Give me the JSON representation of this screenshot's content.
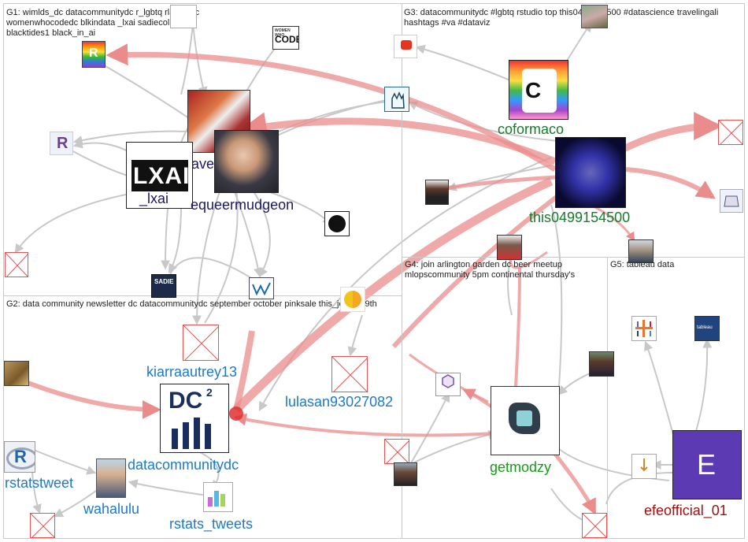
{
  "groups": [
    {
      "id": "g1",
      "title": "G1: wimlds_dc datacommunitydc r_lgbtq rladiesdc womenwhocodedc blkindata _lxai sadiecollective blacktides1 black_in_ai"
    },
    {
      "id": "g2",
      "title": "G2: data community newsletter dc datacommunitydc september october pinksale this_jones 19th"
    },
    {
      "id": "g3",
      "title": "G3: datacommunitydc #lgbtq rstudio top this0499154500 #datascience travelingali hashtags #va #dataviz"
    },
    {
      "id": "g4",
      "title": "G4: join arlington garden dc beer meetup mlopscommunity 5pm continental thursday's"
    },
    {
      "id": "g5",
      "title": "G5: tableau data"
    }
  ],
  "labels": {
    "lxai": "_lxai",
    "queer": "equeermudgeon",
    "ave": "ave",
    "coformaco": "coformaco",
    "this049": "this0499154500",
    "kiarra": "kiarraautrey13",
    "lulasan": "lulasan93027082",
    "dc2": "datacommunitydc",
    "rstatstweet": "rstatstweet",
    "wahalulu": "wahalulu",
    "rstats_tweets": "rstats_tweets",
    "getmodzy": "getmodzy",
    "efe": "efeofficial_01"
  },
  "logos": {
    "lxai_text": "LXAI",
    "dc2_text": "DC",
    "dc2_sup": "2",
    "code_top": "WOMEN WHO",
    "code_text": "CODE",
    "sadie_text": "SADIE",
    "efe_text": "E",
    "rlogo": "R"
  },
  "colors": {
    "edge_gray": "#c8c8c8",
    "edge_red": "#e87a7a",
    "g1_label": "#1a1a5e",
    "g2_label": "#1f7ac4",
    "g3_label": "#1a7a2e",
    "g4_label": "#1a9a1a",
    "g5_label": "#a01010"
  },
  "icons": [
    "r-logo-icon",
    "women-who-code-icon",
    "sadie-collective-icon",
    "raised-fist-icon",
    "black-in-ai-icon",
    "rstudio-r-icon",
    "tableau-icon",
    "modzy-icon",
    "coformaco-icon",
    "mlops-icon"
  ]
}
